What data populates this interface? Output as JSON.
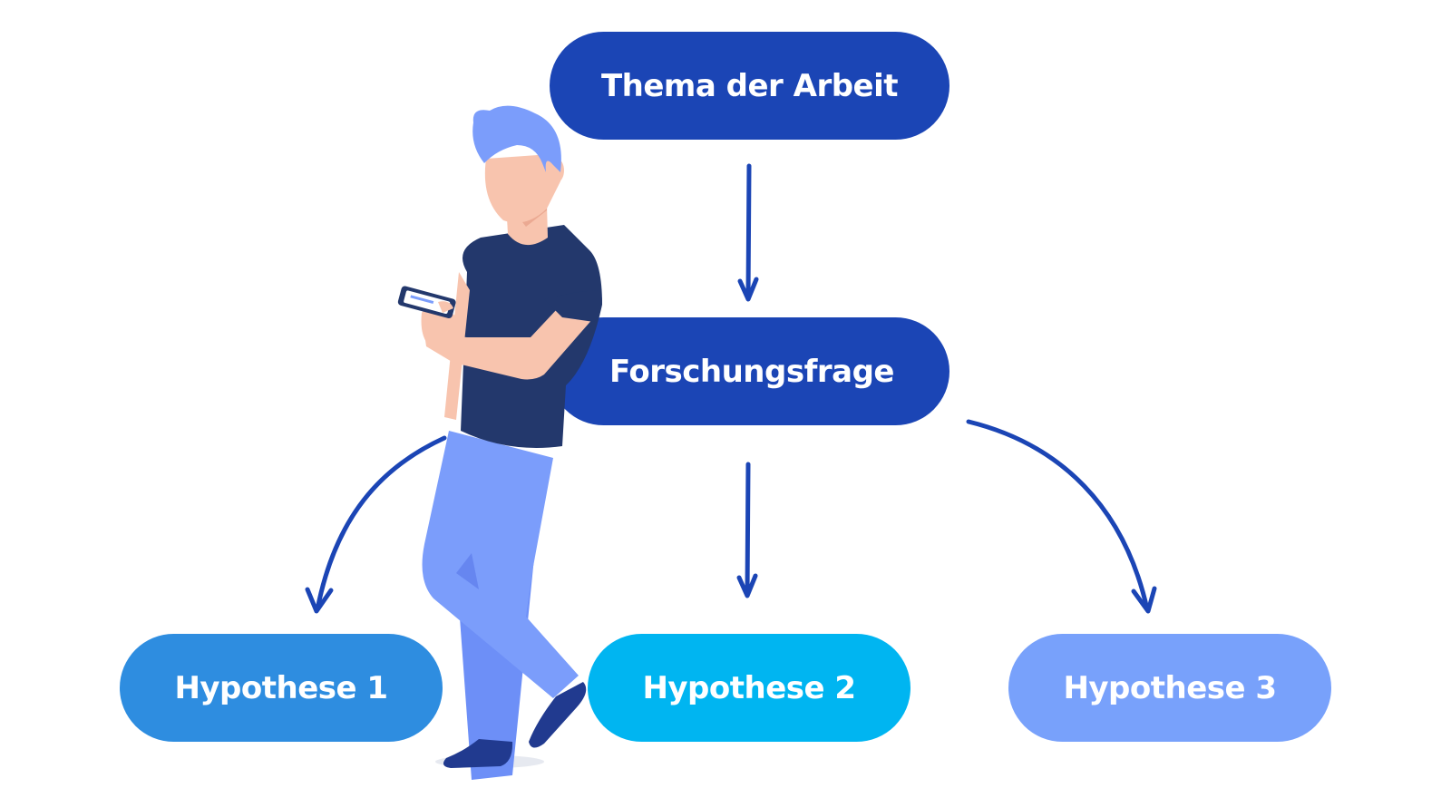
{
  "colors": {
    "arrow": "#1b45b5",
    "topic": "#1b45b5",
    "question": "#1b45b5",
    "hypothesis1": "#2e8de0",
    "hypothesis2": "#00b5f1",
    "hypothesis3": "#78a1fb"
  },
  "nodes": {
    "topic": "Thema der Arbeit",
    "question": "Forschungsfrage",
    "hypothesis1": "Hypothese 1",
    "hypothesis2": "Hypothese 2",
    "hypothesis3": "Hypothese 3"
  }
}
